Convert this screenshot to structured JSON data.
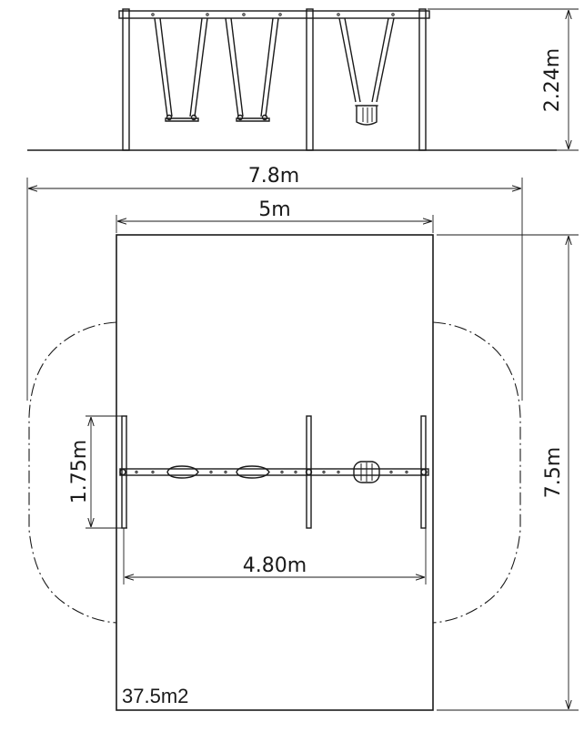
{
  "dimensions": {
    "height": "2.24m",
    "overall_width": "7.8m",
    "zone_width": "5m",
    "zone_depth": "7.5m",
    "frame_depth": "1.75m",
    "frame_length": "4.80m"
  },
  "area_label": "37.5m2"
}
